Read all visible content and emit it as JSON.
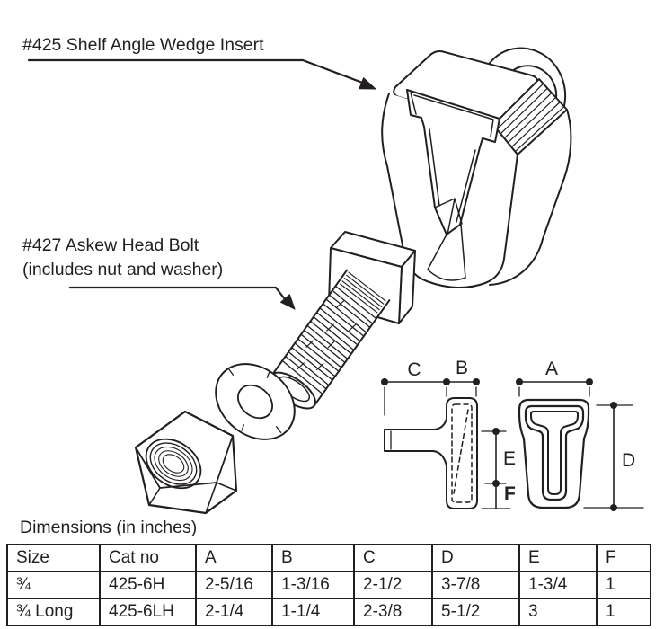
{
  "colors": {
    "ink": "#231f20",
    "background": "#ffffff"
  },
  "drawing": {
    "insert_callout": "#425 Shelf Angle Wedge Insert",
    "bolt_callout_line1": "#427 Askew Head Bolt",
    "bolt_callout_line2": "(includes nut and washer)",
    "dimension_labels": {
      "a": "A",
      "b": "B",
      "c": "C",
      "d": "D",
      "e": "E",
      "f": "F"
    }
  },
  "dimensions_section": {
    "title": "Dimensions (in inches)",
    "table": {
      "columns": [
        "Size",
        "Cat no",
        "A",
        "B",
        "C",
        "D",
        "E",
        "F"
      ],
      "rows": [
        [
          "¾",
          "425-6H",
          "2-5/16",
          "1-3/16",
          "2-1/2",
          "3-7/8",
          "1-3/4",
          "1"
        ],
        [
          "¾ Long",
          "425-6LH",
          "2-1/4",
          "1-1/4",
          "2-3/8",
          "5-1/2",
          "3",
          "1"
        ]
      ]
    }
  }
}
